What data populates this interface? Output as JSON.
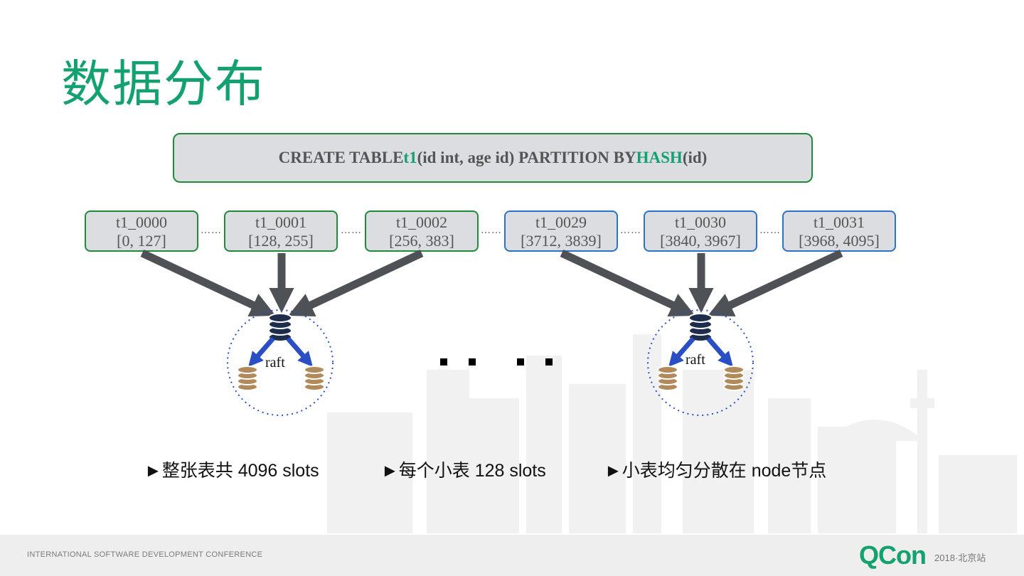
{
  "title": "数据分布",
  "sql": {
    "prefix": "CREATE TABLE ",
    "table": "t1",
    "middle": "(id int, age id) PARTITION BY ",
    "func": "HASH",
    "suffix": "(id)"
  },
  "shards": [
    {
      "name": "t1_0000",
      "range": "[0, 127]",
      "group": "green"
    },
    {
      "name": "t1_0001",
      "range": "[128, 255]",
      "group": "green"
    },
    {
      "name": "t1_0002",
      "range": "[256, 383]",
      "group": "green"
    },
    {
      "name": "t1_0029",
      "range": "[3712, 3839]",
      "group": "blue"
    },
    {
      "name": "t1_0030",
      "range": "[3840, 3967]",
      "group": "blue"
    },
    {
      "name": "t1_0031",
      "range": "[3968, 4095]",
      "group": "blue"
    }
  ],
  "separator": "……",
  "nodes": [
    {
      "label": "raft"
    },
    {
      "label": "raft"
    }
  ],
  "bullets": [
    "►整张表共 4096 slots",
    "►每个小表 128 slots",
    "►小表均匀分散在 node节点"
  ],
  "footer": {
    "conference": "INTERNATIONAL SOFTWARE DEVELOPMENT CONFERENCE",
    "brand": "QCon",
    "year_city": "2018·北京站"
  },
  "colors": {
    "accent": "#13a16f",
    "green_border": "#1f8a3a",
    "blue_border": "#2b73c4",
    "arrow_gray": "#4e5155",
    "raft_arrow": "#2a4fc4",
    "db_dark": "#1f2d4d",
    "db_tan": "#b08a5a"
  }
}
